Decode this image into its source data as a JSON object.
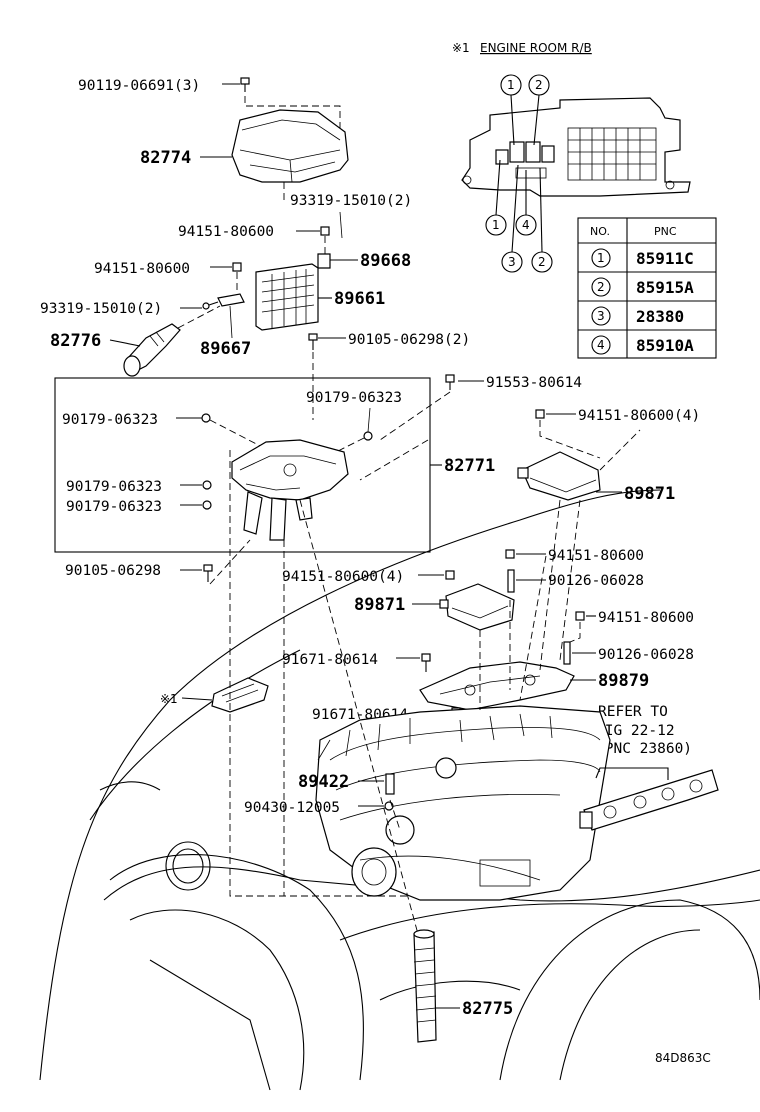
{
  "header": {
    "mark": "※1",
    "title": "ENGINE ROOM R/B",
    "callout_mark": "※1"
  },
  "table": {
    "headers": [
      "NO.",
      "PNC"
    ],
    "rows": [
      {
        "no": "1",
        "pnc": "85911C"
      },
      {
        "no": "2",
        "pnc": "85915A"
      },
      {
        "no": "3",
        "pnc": "28380"
      },
      {
        "no": "4",
        "pnc": "85910A"
      }
    ]
  },
  "relay_box_callouts": {
    "top_left": "1",
    "top_right": "2",
    "mid_left": "1",
    "mid_right": "4",
    "bot_left": "3",
    "bot_right": "2"
  },
  "parts": {
    "p90119": "90119-06691(3)",
    "p82774": "82774",
    "p93319a": "93319-15010(2)",
    "p94151a": "94151-80600",
    "p89668": "89668",
    "p94151b": "94151-80600",
    "p89661": "89661",
    "p93319b": "93319-15010(2)",
    "p82776": "82776",
    "p89667": "89667",
    "p90105a": "90105-06298(2)",
    "p91553": "91553-80614",
    "p90179a": "90179-06323",
    "p90179b": "90179-06323",
    "p94151c": "94151-80600(4)",
    "p82771": "82771",
    "p90179c": "90179-06323",
    "p90179d": "90179-06323",
    "p89871a": "89871",
    "p94151d": "94151-80600",
    "p90105b": "90105-06298",
    "p94151e": "94151-80600(4)",
    "p90126a": "90126-06028",
    "p89871b": "89871",
    "p94151f": "94151-80600",
    "p90126b": "90126-06028",
    "p91671a": "91671-80614",
    "p89879": "89879",
    "p91671b": "91671-80614",
    "p89422": "89422",
    "p90430": "90430-12005",
    "p82775": "82775"
  },
  "refer": {
    "line1": "REFER TO",
    "line2": "FIG 22-12",
    "line3": "(PNC 23860)"
  },
  "footer": {
    "code": "84D863C"
  }
}
